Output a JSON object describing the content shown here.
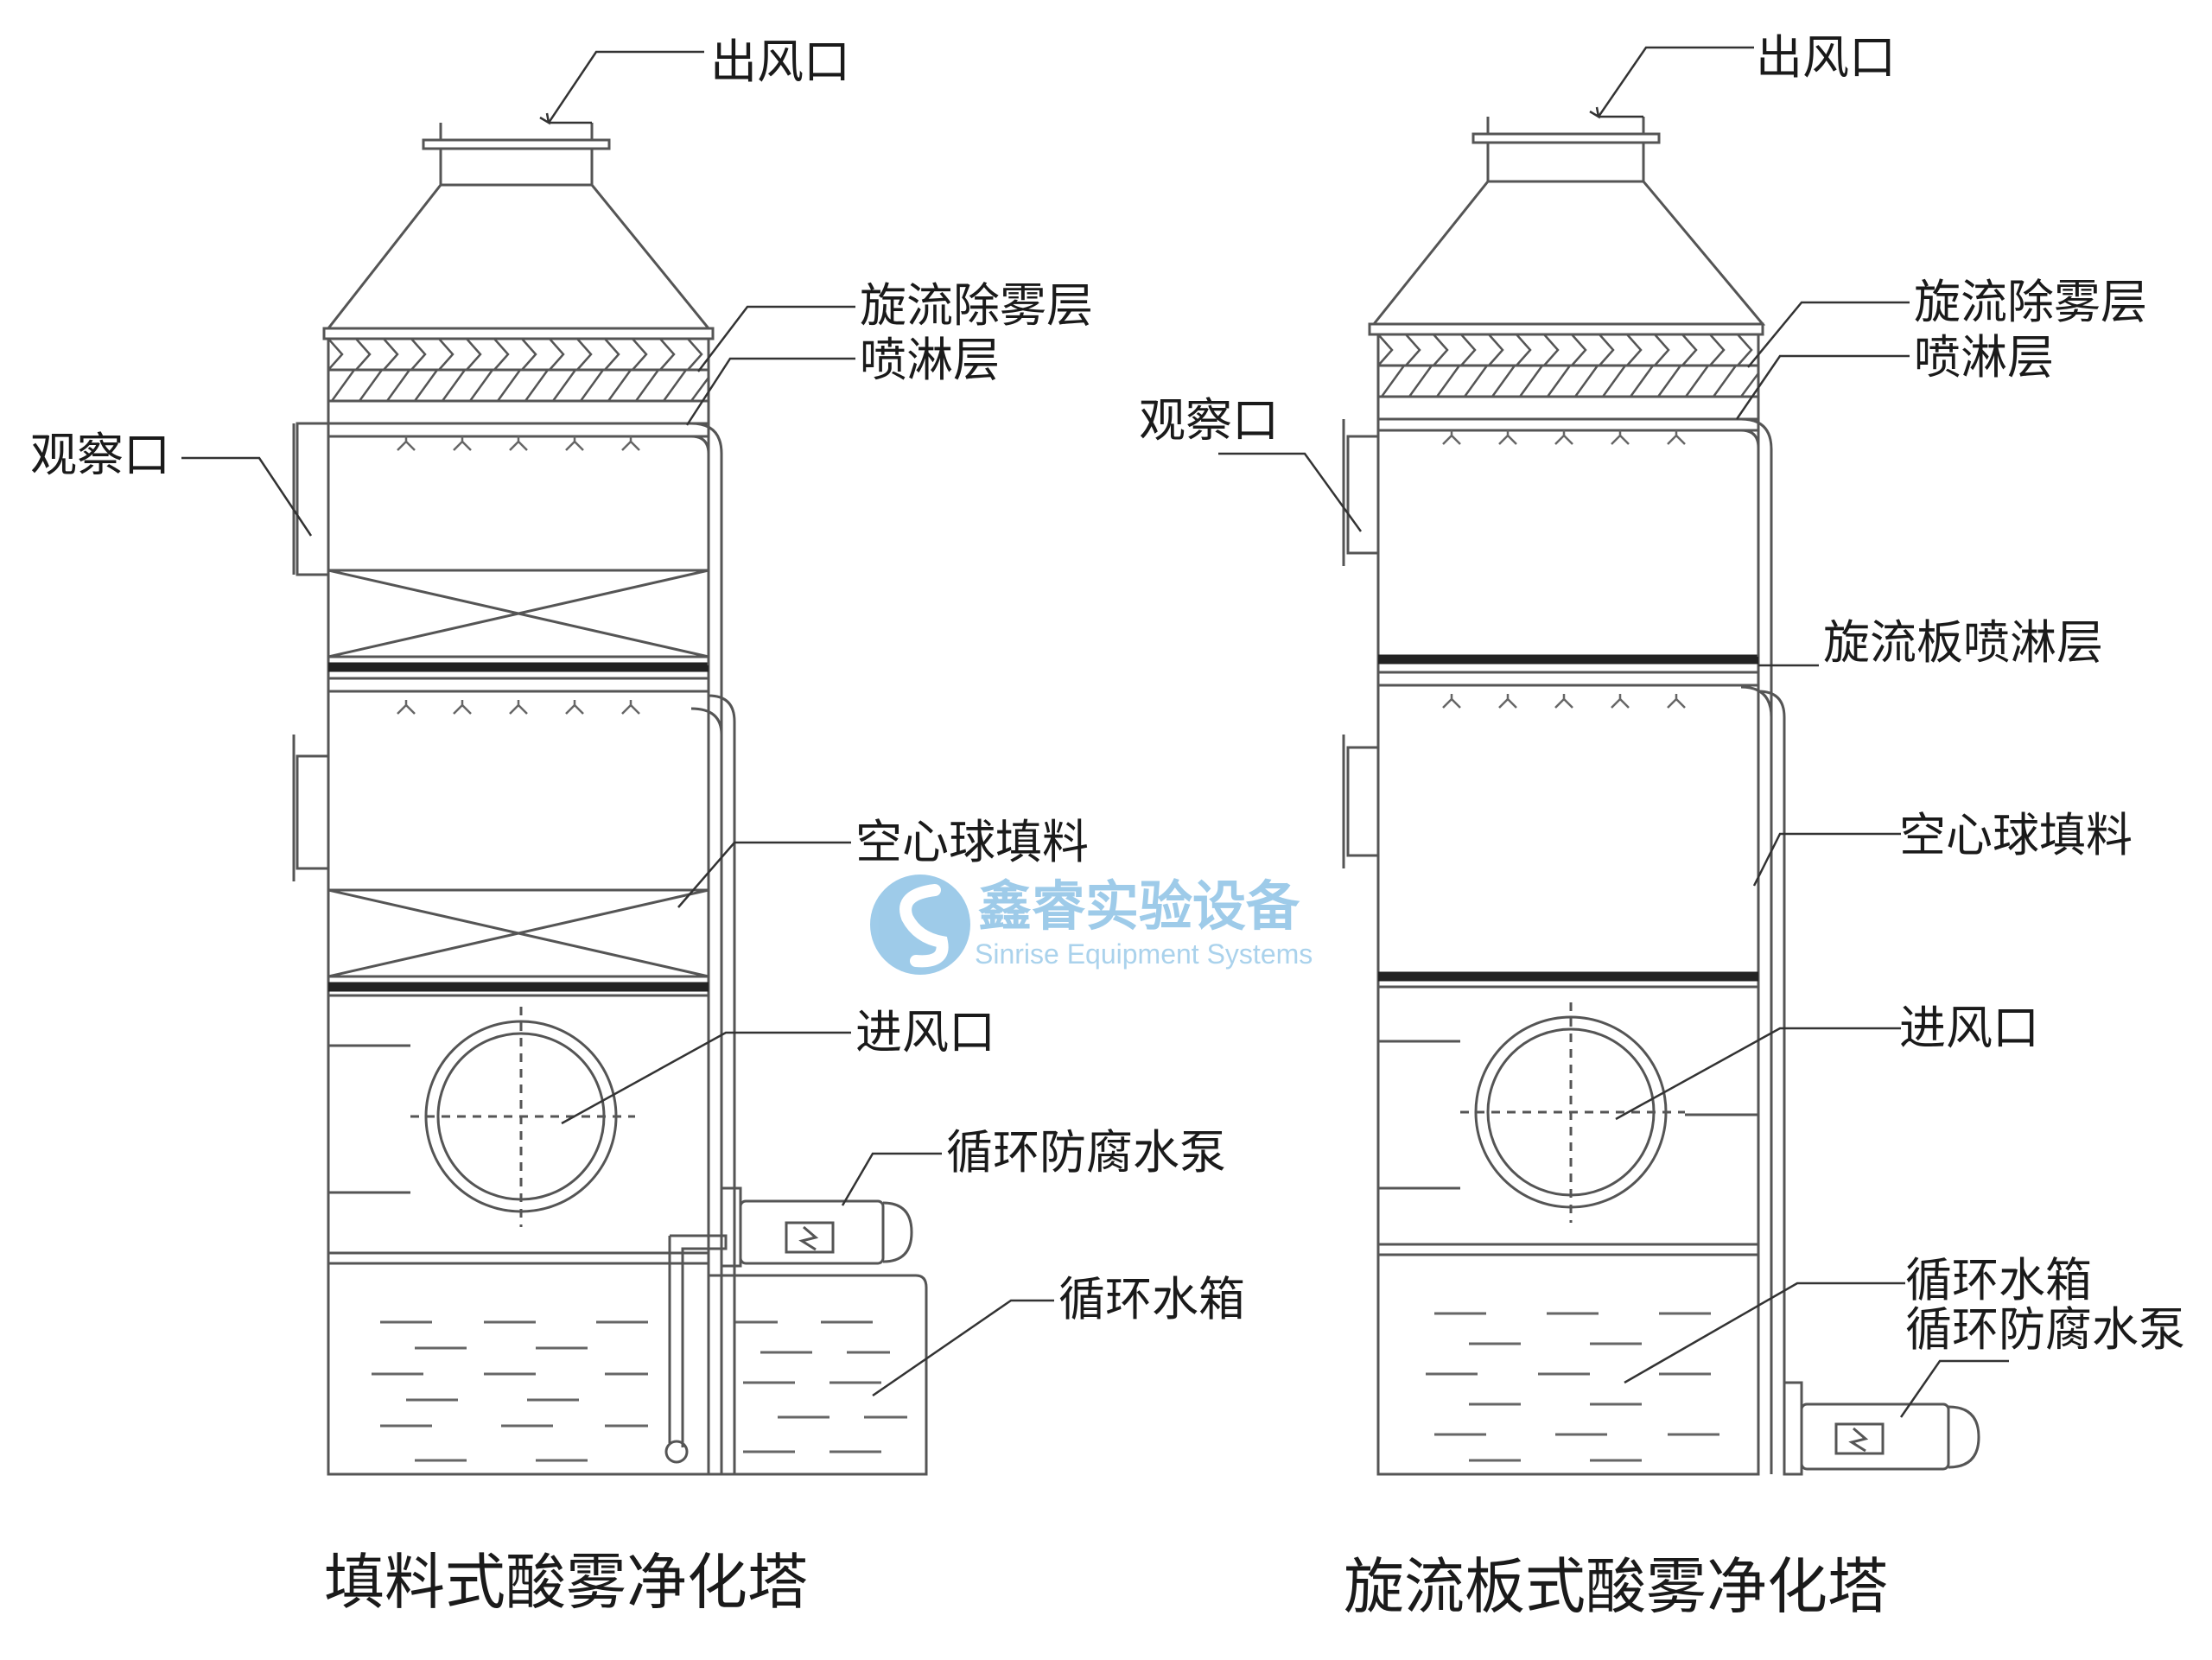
{
  "towers": [
    {
      "id": "packed",
      "caption": "填料式酸雾净化塔",
      "labels": {
        "outlet": "出风口",
        "demister": "旋流除雾层",
        "spray": "喷淋层",
        "observation": "观察口",
        "packing": "空心球填料",
        "inlet": "进风口",
        "pump": "循环防腐水泵",
        "tank": "循环水箱"
      }
    },
    {
      "id": "swirl",
      "caption": "旋流板式酸雾净化塔",
      "labels": {
        "outlet": "出风口",
        "demister": "旋流除雾层",
        "spray": "喷淋层",
        "observation": "观察口",
        "swirl_plate": "旋流板喷淋层",
        "packing": "空心球填料",
        "inlet": "进风口",
        "tank": "循环水箱",
        "pump": "循环防腐水泵"
      }
    }
  ],
  "watermark": {
    "brand_cn": "鑫睿实验设备",
    "brand_en": "Sinrise Equipment Systems",
    "color": "#8ec3e6"
  }
}
